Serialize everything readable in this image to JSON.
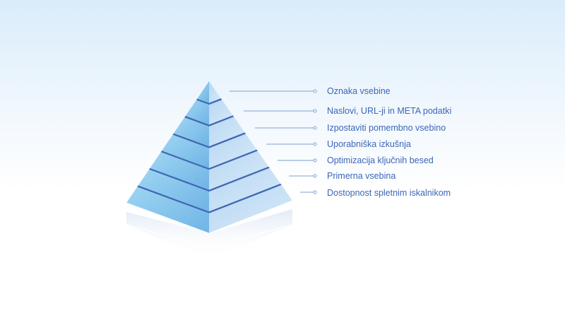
{
  "colors": {
    "left_face_light": "#a9dcf4",
    "left_face_dark": "#7fc3ea",
    "right_face_light": "#cfe6f8",
    "right_face_dark": "#b7d3f1",
    "separator": "#3f68b4",
    "base_shadow": "#e6eef8",
    "leader_line": "#7fa0d0",
    "label_text": "#3a66b8"
  },
  "pyramid": {
    "levels": [
      {
        "label": "Oznaka vsebine"
      },
      {
        "label": "Naslovi, URL-ji in META podatki"
      },
      {
        "label": "Izpostaviti pomembno vsebino"
      },
      {
        "label": "Uporabniška izkušnja"
      },
      {
        "label": "Optimizacija ključnih besed"
      },
      {
        "label": "Primerna vsebina"
      },
      {
        "label": "Dostopnost spletnim iskalnikom"
      }
    ]
  }
}
